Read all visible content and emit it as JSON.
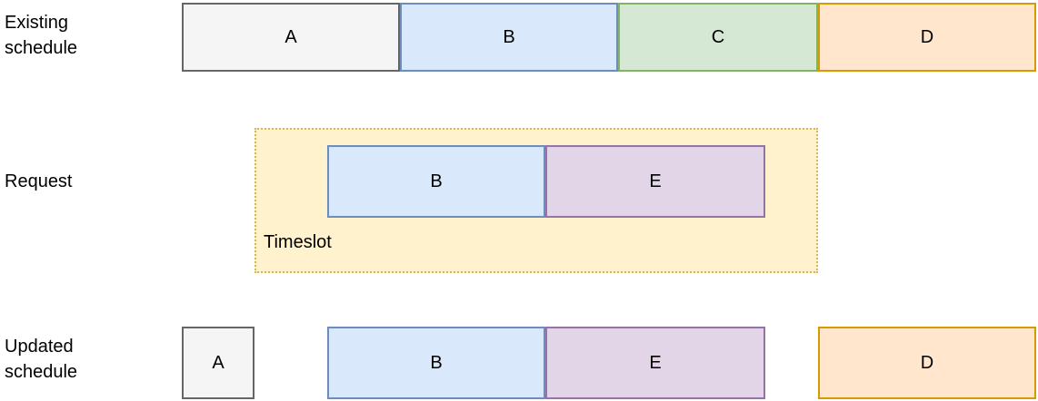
{
  "palette": {
    "gray": {
      "fill": "#f5f5f5",
      "stroke": "#666666"
    },
    "blue": {
      "fill": "#dae8fc",
      "stroke": "#6c8ebf"
    },
    "green": {
      "fill": "#d5e8d4",
      "stroke": "#82b366"
    },
    "orange": {
      "fill": "#ffe6cc",
      "stroke": "#d79b00"
    },
    "purple": {
      "fill": "#e1d5e7",
      "stroke": "#9673a6"
    },
    "yellow": {
      "fill": "#fff2cc",
      "stroke": "#d6b656"
    }
  },
  "rows": {
    "existing": {
      "label": "Existing schedule",
      "blocks": [
        {
          "name": "A",
          "color": "gray"
        },
        {
          "name": "B",
          "color": "blue"
        },
        {
          "name": "C",
          "color": "green"
        },
        {
          "name": "D",
          "color": "orange"
        }
      ]
    },
    "request": {
      "label": "Request",
      "timeslot": {
        "label": "Timeslot",
        "color": "yellow"
      },
      "blocks": [
        {
          "name": "B",
          "color": "blue"
        },
        {
          "name": "E",
          "color": "purple"
        }
      ]
    },
    "updated": {
      "label": "Updated schedule",
      "blocks": [
        {
          "name": "A",
          "color": "gray"
        },
        {
          "name": "B",
          "color": "blue"
        },
        {
          "name": "E",
          "color": "purple"
        },
        {
          "name": "D",
          "color": "orange"
        }
      ]
    }
  }
}
